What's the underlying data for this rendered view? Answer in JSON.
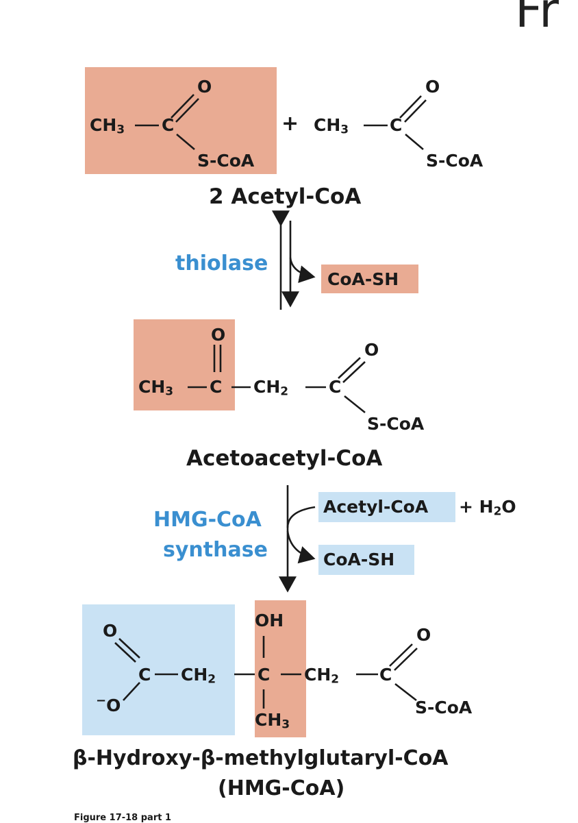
{
  "header": {
    "fragment": "Fr"
  },
  "colors": {
    "salmon": "#e9ab93",
    "blue": "#c9e2f4",
    "enzyme": "#3a8fd0"
  },
  "atoms": {
    "o": "O",
    "oh": "OH",
    "c": "C",
    "ch": "CH",
    "h": "H",
    "sub2": "2",
    "sub3": "3",
    "scoa": "S-CoA",
    "plus": "+",
    "o_minus": "O",
    "minus": "−"
  },
  "step1": {
    "name": "2 Acetyl-CoA",
    "enzyme": "thiolase",
    "product_out": "CoA-SH"
  },
  "step2": {
    "name": "Acetoacetyl-CoA",
    "enzyme_line1": "HMG-CoA",
    "enzyme_line2": "synthase",
    "reactant_in": "Acetyl-CoA",
    "reactant_plus": "+ H",
    "reactant_sub": "2",
    "reactant_o": "O",
    "product_out": "CoA-SH"
  },
  "final": {
    "name": "β-Hydroxy-β-methylglutaryl-CoA",
    "abbr": "(HMG-CoA)"
  },
  "footer": {
    "caption": "Figure 17-18 part 1"
  }
}
